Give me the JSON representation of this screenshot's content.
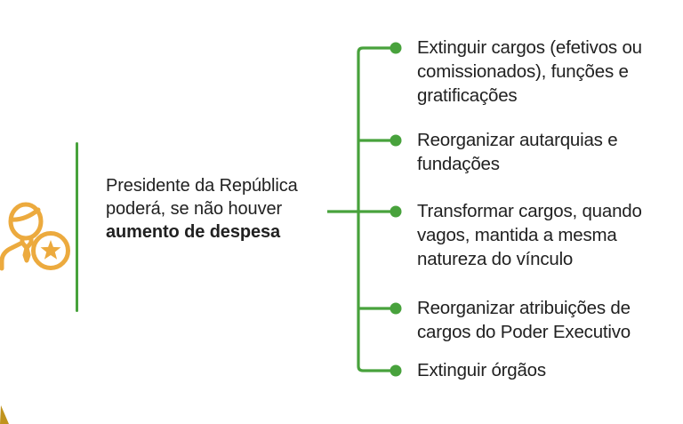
{
  "slide": {
    "background": "#ffffff"
  },
  "colors": {
    "connector_green": "#48a23c",
    "icon_orange": "#ecaa3e",
    "corner_gold": "#c0931d",
    "text_dark": "#212121"
  },
  "left_panel": {
    "icon": "person-star-icon",
    "statement_lines": [
      "Presidente da República",
      "poderá, se não houver",
      "aumento de despesa"
    ]
  },
  "tree": {
    "items": [
      {
        "label": "Extinguir cargos (efetivos ou comissionados), funções e gratificações"
      },
      {
        "label": "Reorganizar autarquias e fundações"
      },
      {
        "label": "Transformar cargos, quando vagos, mantida a mesma natureza do vínculo"
      },
      {
        "label": "Reorganizar atribuições de cargos do Poder Executivo"
      },
      {
        "label": "Extinguir órgãos"
      }
    ]
  }
}
